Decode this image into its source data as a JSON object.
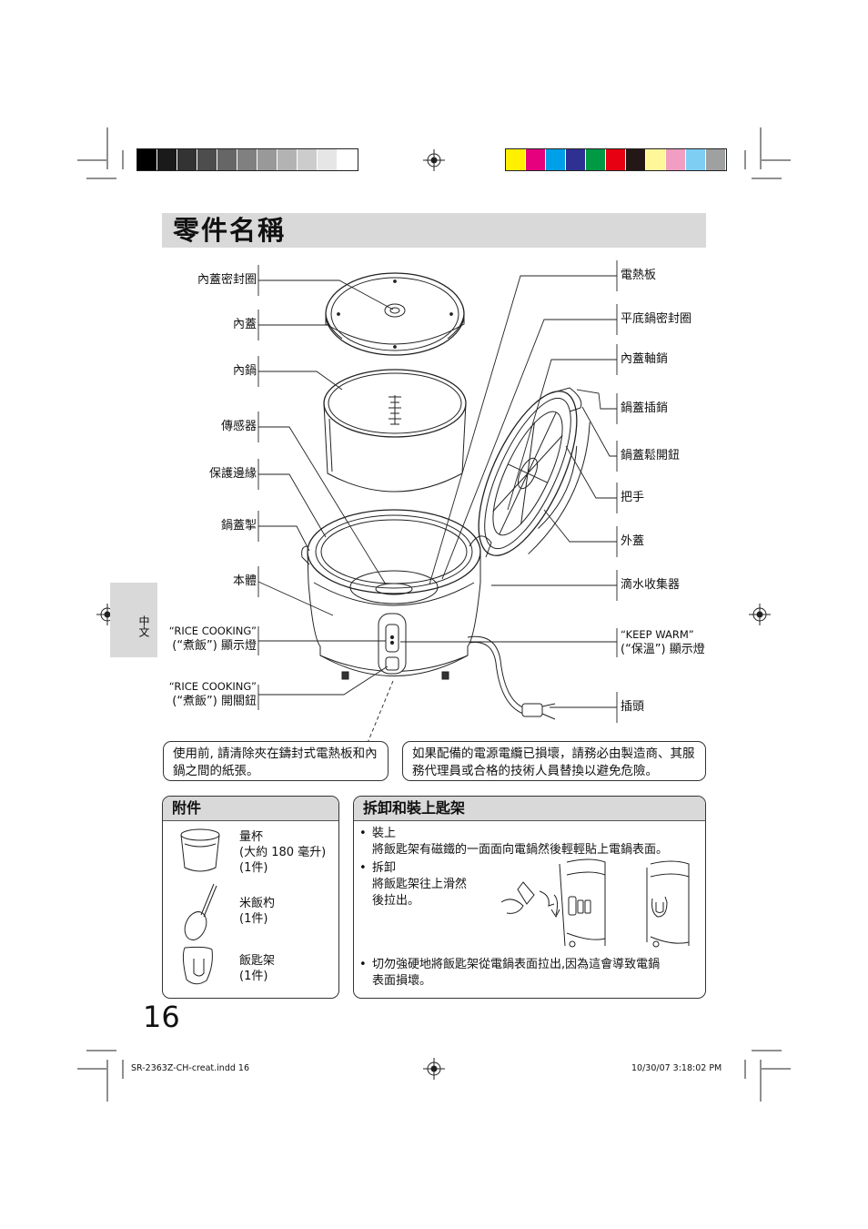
{
  "title": "零件名稱",
  "side_tab": "中文",
  "page_number": "16",
  "calibration": {
    "gray_swatches": [
      "#000000",
      "#1a1a1a",
      "#333333",
      "#4d4d4d",
      "#666666",
      "#808080",
      "#999999",
      "#b3b3b3",
      "#cccccc",
      "#e6e6e6",
      "#ffffff"
    ],
    "color_swatches": [
      "#ffef00",
      "#e6007e",
      "#00a0e9",
      "#2e3192",
      "#009944",
      "#e60012",
      "#231815",
      "#fff799",
      "#f19ec2",
      "#7ecef4",
      "#9fa0a0"
    ]
  },
  "left_labels": {
    "inner_lid_seal": "內蓋密封圈",
    "inner_lid": "內蓋",
    "inner_pot": "內鍋",
    "sensor": "傳感器",
    "protective_rim": "保護邊緣",
    "lid_latch": "鍋蓋掣",
    "body": "本體",
    "cooking_lamp_en": "“RICE COOKING”",
    "cooking_lamp_zh": "(“煮飯”) 顯示燈",
    "cooking_switch_en": "“RICE COOKING”",
    "cooking_switch_zh": "(“煮飯”) 開關鈕"
  },
  "right_labels": {
    "heating_plate": "電熱板",
    "flat_pot_seal": "平底鍋密封圈",
    "lid_hinge_pin": "內蓋軸銷",
    "lid_pin": "鍋蓋插銷",
    "lid_release": "鍋蓋鬆開鈕",
    "handle": "把手",
    "outer_lid": "外蓋",
    "drip_collector": "滴水收集器",
    "warm_lamp_en": "“KEEP WARM”",
    "warm_lamp_zh": "(“保溫”)  顯示燈",
    "plug": "插頭"
  },
  "notes": {
    "left": "使用前, 請清除夾在鑄封式電熱板和內鍋之間的紙張。",
    "right": "如果配備的電源電纜已損壞，請務必由製造商、其服務代理員或合格的技術人員替換以避免危險。"
  },
  "accessories": {
    "heading": "附件",
    "items": [
      {
        "name": "量杯",
        "detail": "(大約 180 毫升)",
        "qty": "(1件)"
      },
      {
        "name": "米飯杓",
        "detail": "",
        "qty": "(1件)"
      },
      {
        "name": "飯匙架",
        "detail": "",
        "qty": "(1件)"
      }
    ]
  },
  "holder": {
    "heading": "拆卸和裝上匙架",
    "attach_title": "裝上",
    "attach_text": "將飯匙架有磁鐵的一面面向電鍋然後輕輕貼上電鍋表面。",
    "remove_title": "拆卸",
    "remove_text_1": "將飯匙架往上滑然",
    "remove_text_2": "後拉出。",
    "warning_1": "切勿強硬地將飯匙架從電鍋表面拉出,因為這會導致電鍋",
    "warning_2": "表面損壞。",
    "bullet": "•"
  },
  "footer": {
    "file": "SR-2363Z-CH-creat.indd   16",
    "timestamp": "10/30/07   3:18:02 PM"
  }
}
